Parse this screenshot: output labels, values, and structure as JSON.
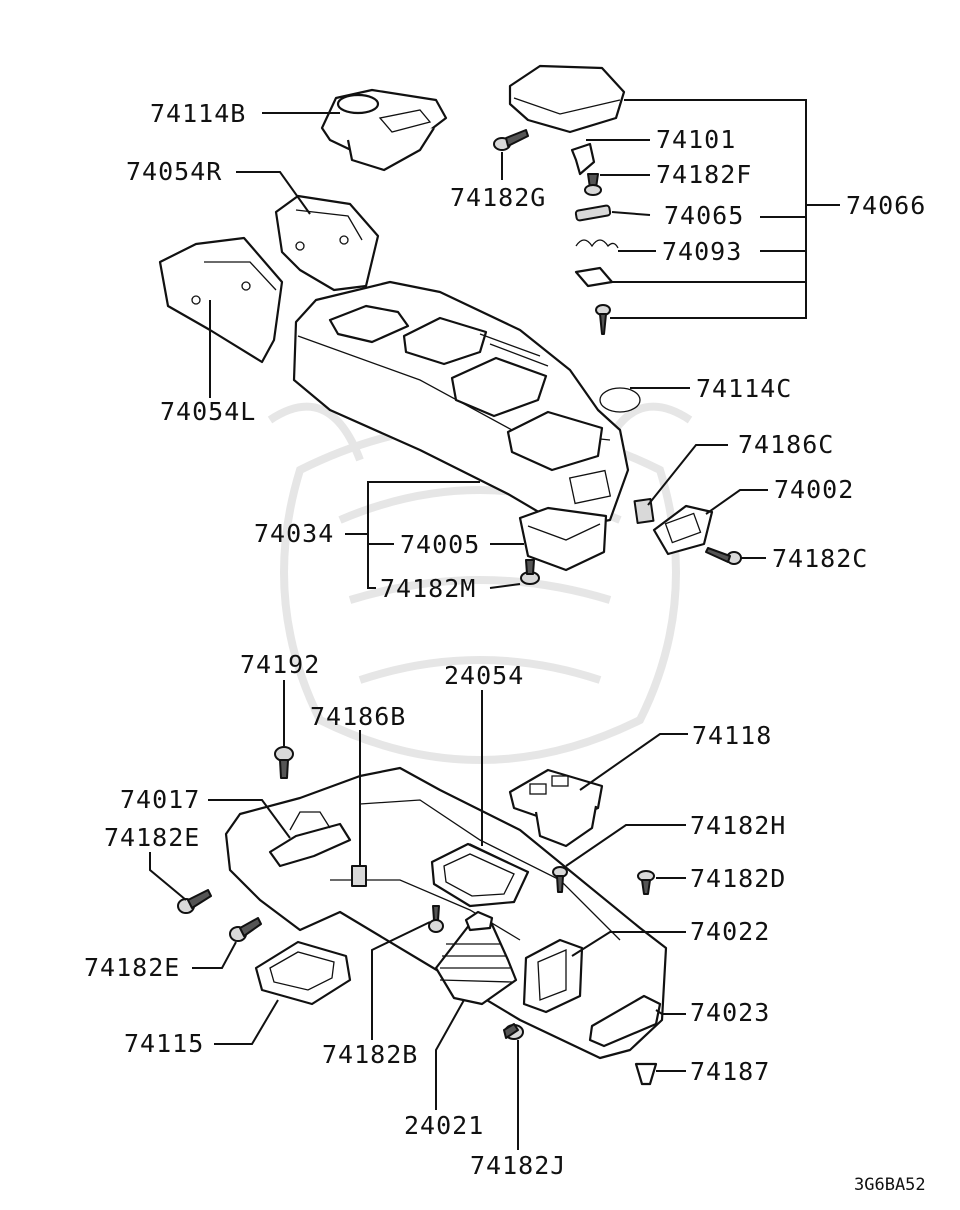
{
  "labels": {
    "p74114B": "74114B",
    "p74054R": "74054R",
    "p74054L": "74054L",
    "p74101": "74101",
    "p74182F": "74182F",
    "p74182G": "74182G",
    "p74065": "74065",
    "p74066": "74066",
    "p74093": "74093",
    "p74114C": "74114C",
    "p74186C": "74186C",
    "p74002": "74002",
    "p74182C": "74182C",
    "p74034": "74034",
    "p74005": "74005",
    "p74182M": "74182M",
    "p74192": "74192",
    "p24054": "24054",
    "p74186B": "74186B",
    "p74118": "74118",
    "p74017": "74017",
    "p74182H": "74182H",
    "p74182E_top": "74182E",
    "p74182D": "74182D",
    "p74022": "74022",
    "p74182E_bottom": "74182E",
    "p74023": "74023",
    "p74115": "74115",
    "p74182B": "74182B",
    "p74187": "74187",
    "p24021": "24021",
    "p74182J": "74182J"
  },
  "diagram_code": "3G6BA52"
}
